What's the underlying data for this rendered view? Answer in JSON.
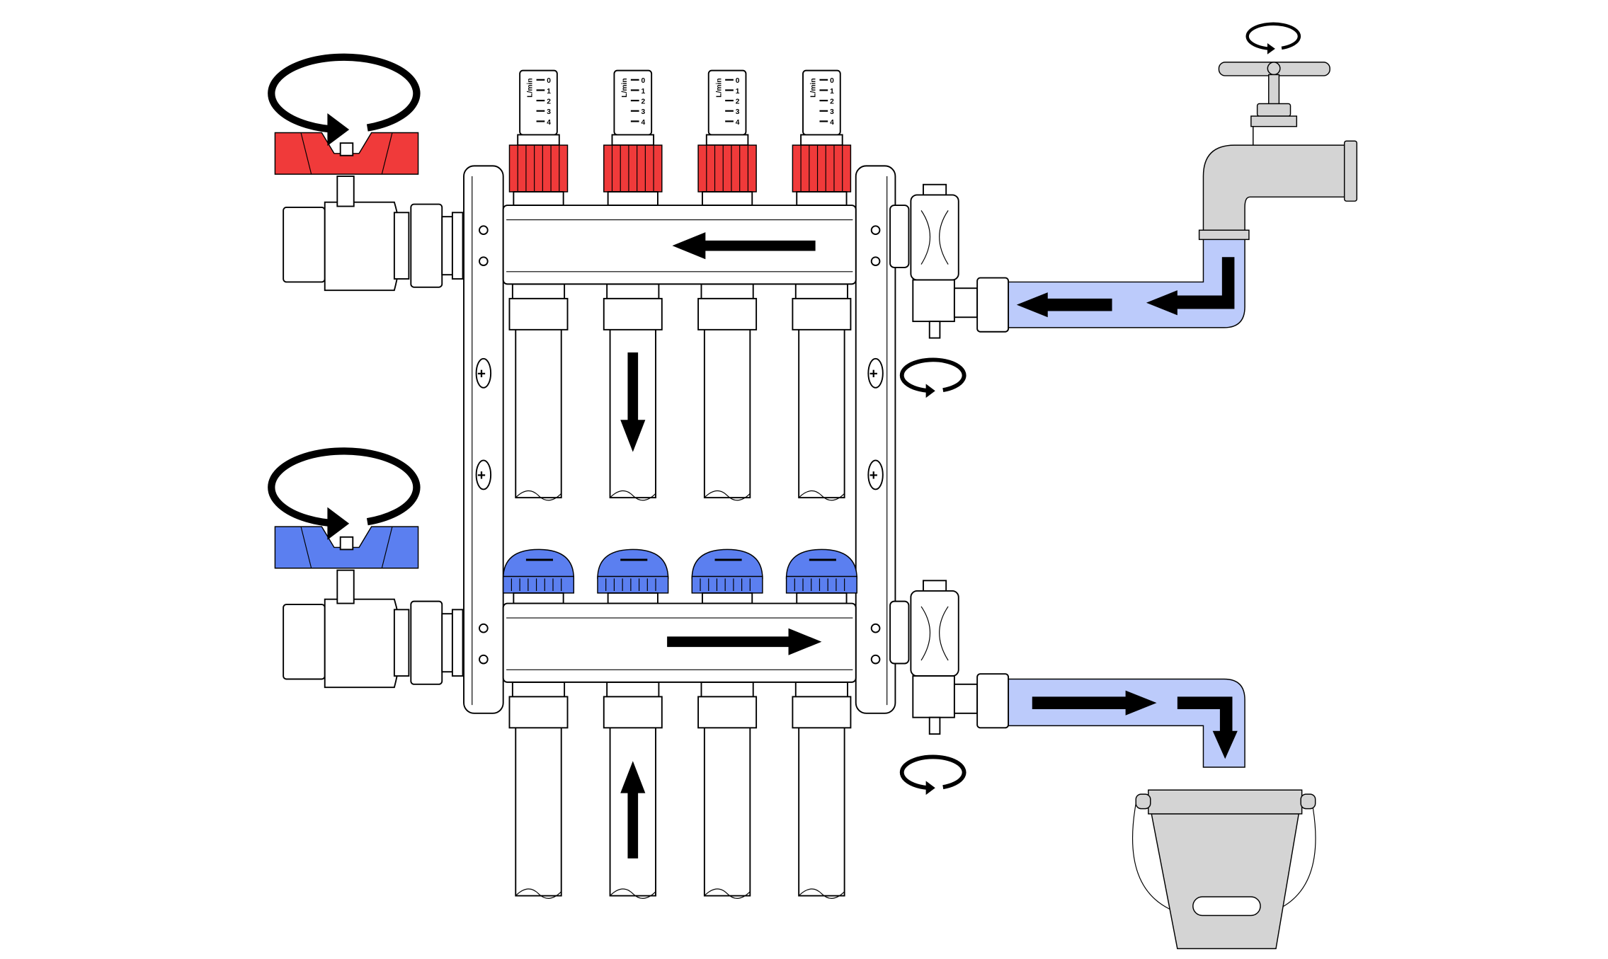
{
  "flowmeter": {
    "unit_label": "L/min",
    "scale": [
      "0",
      "1",
      "2",
      "3",
      "4"
    ]
  },
  "circuits": 4,
  "colors": {
    "supply_handle": "#f03a3a",
    "return_handle": "#5b7ff0",
    "water": "#bccbfb",
    "tap_and_bucket": "#d4d4d4",
    "arrows": "#000000"
  },
  "icons": [
    "rotate-arrow-icon",
    "flow-arrow-icon",
    "tap-icon",
    "bucket-icon",
    "ball-valve-icon",
    "flowmeter-icon",
    "air-vent-icon"
  ]
}
